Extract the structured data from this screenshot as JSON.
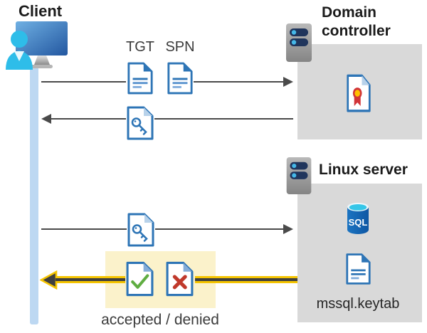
{
  "labels": {
    "client": "Client",
    "domain_controller": "Domain controller",
    "linux_server": "Linux server",
    "tgt": "TGT",
    "spn": "SPN",
    "sql": "SQL",
    "keytab_file": "mssql.keytab",
    "result": "accepted / denied"
  },
  "icons": {
    "client": "client-workstation-icon",
    "domain_controller": "server-icon",
    "linux_server": "server-icon",
    "tgt_document": "document-icon",
    "spn_document": "document-icon",
    "ticket_key_from_dc": "key-document-icon",
    "ticket_key_to_linux": "key-document-icon",
    "certificate": "certificate-document-icon",
    "sql_database": "sql-database-icon",
    "keytab_document": "document-icon",
    "accepted": "check-document-icon",
    "denied": "cross-document-icon"
  },
  "colors": {
    "doc_border": "#2e75b6",
    "doc_fold_light": "#b8d2ea",
    "doc_fold_medium": "#85add8",
    "arrow_gray": "#4a4a4a",
    "highlight_yellow": "#f5c400",
    "highlight_box": "#fbf2cb",
    "client_timeline": "#bdd8f2",
    "server_panel": "#d9d9d9",
    "check_green": "#5fad41",
    "cross_red": "#c0392b",
    "sql_body_blue": "#1464b4",
    "sql_top_cyan": "#35c6e8",
    "server_bar_navy": "#20355c",
    "server_dot_cyan": "#45b8e8",
    "person_cyan": "#2ebde9"
  }
}
